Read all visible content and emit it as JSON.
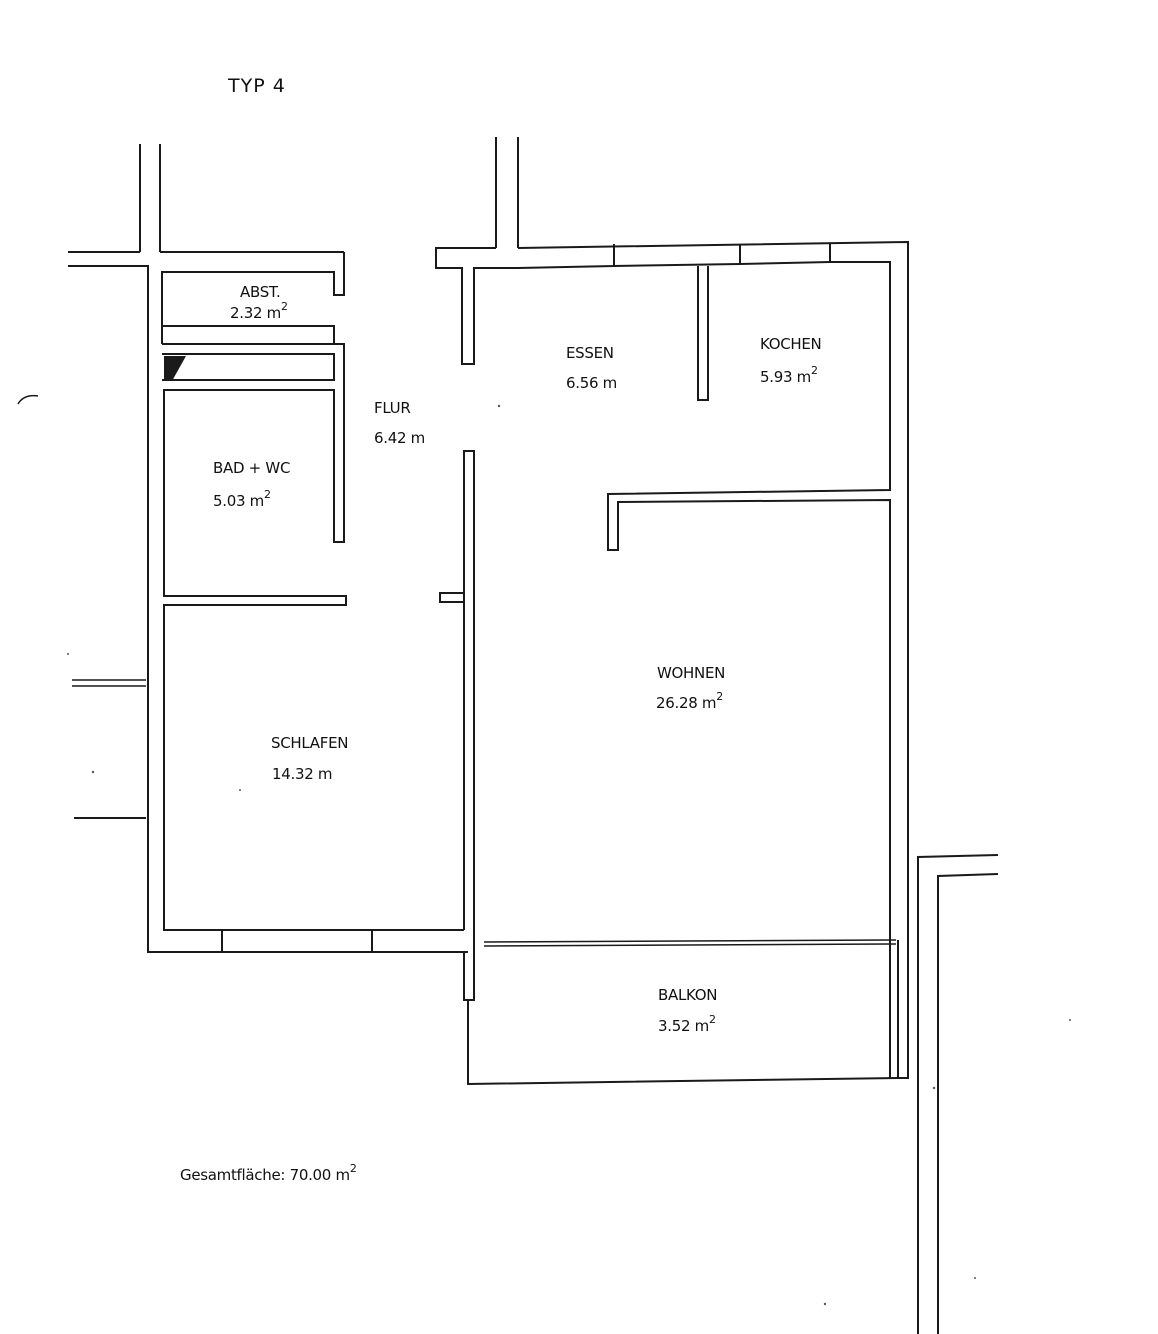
{
  "title": "TYP 4",
  "rooms": [
    {
      "id": "abst",
      "name": "ABST.",
      "area": "2.32 m",
      "superscript": "2"
    },
    {
      "id": "essen",
      "name": "ESSEN",
      "area": "6.56 m",
      "superscript": ""
    },
    {
      "id": "kochen",
      "name": "KOCHEN",
      "area": "5.93 m",
      "superscript": "2"
    },
    {
      "id": "flur",
      "name": "FLUR",
      "area": "6.42 m",
      "superscript": ""
    },
    {
      "id": "bad",
      "name": "BAD + WC",
      "area": "5.03 m",
      "superscript": "2"
    },
    {
      "id": "wohnen",
      "name": "WOHNEN",
      "area": "26.28 m",
      "superscript": "2"
    },
    {
      "id": "schlafen",
      "name": "SCHLAFEN",
      "area": "14.32 m",
      "superscript": ""
    },
    {
      "id": "balkon",
      "name": "BALKON",
      "area": "3.52 m",
      "superscript": "2"
    }
  ],
  "total": {
    "text": "Gesamtfläche: 70.00 m",
    "superscript": "2"
  }
}
